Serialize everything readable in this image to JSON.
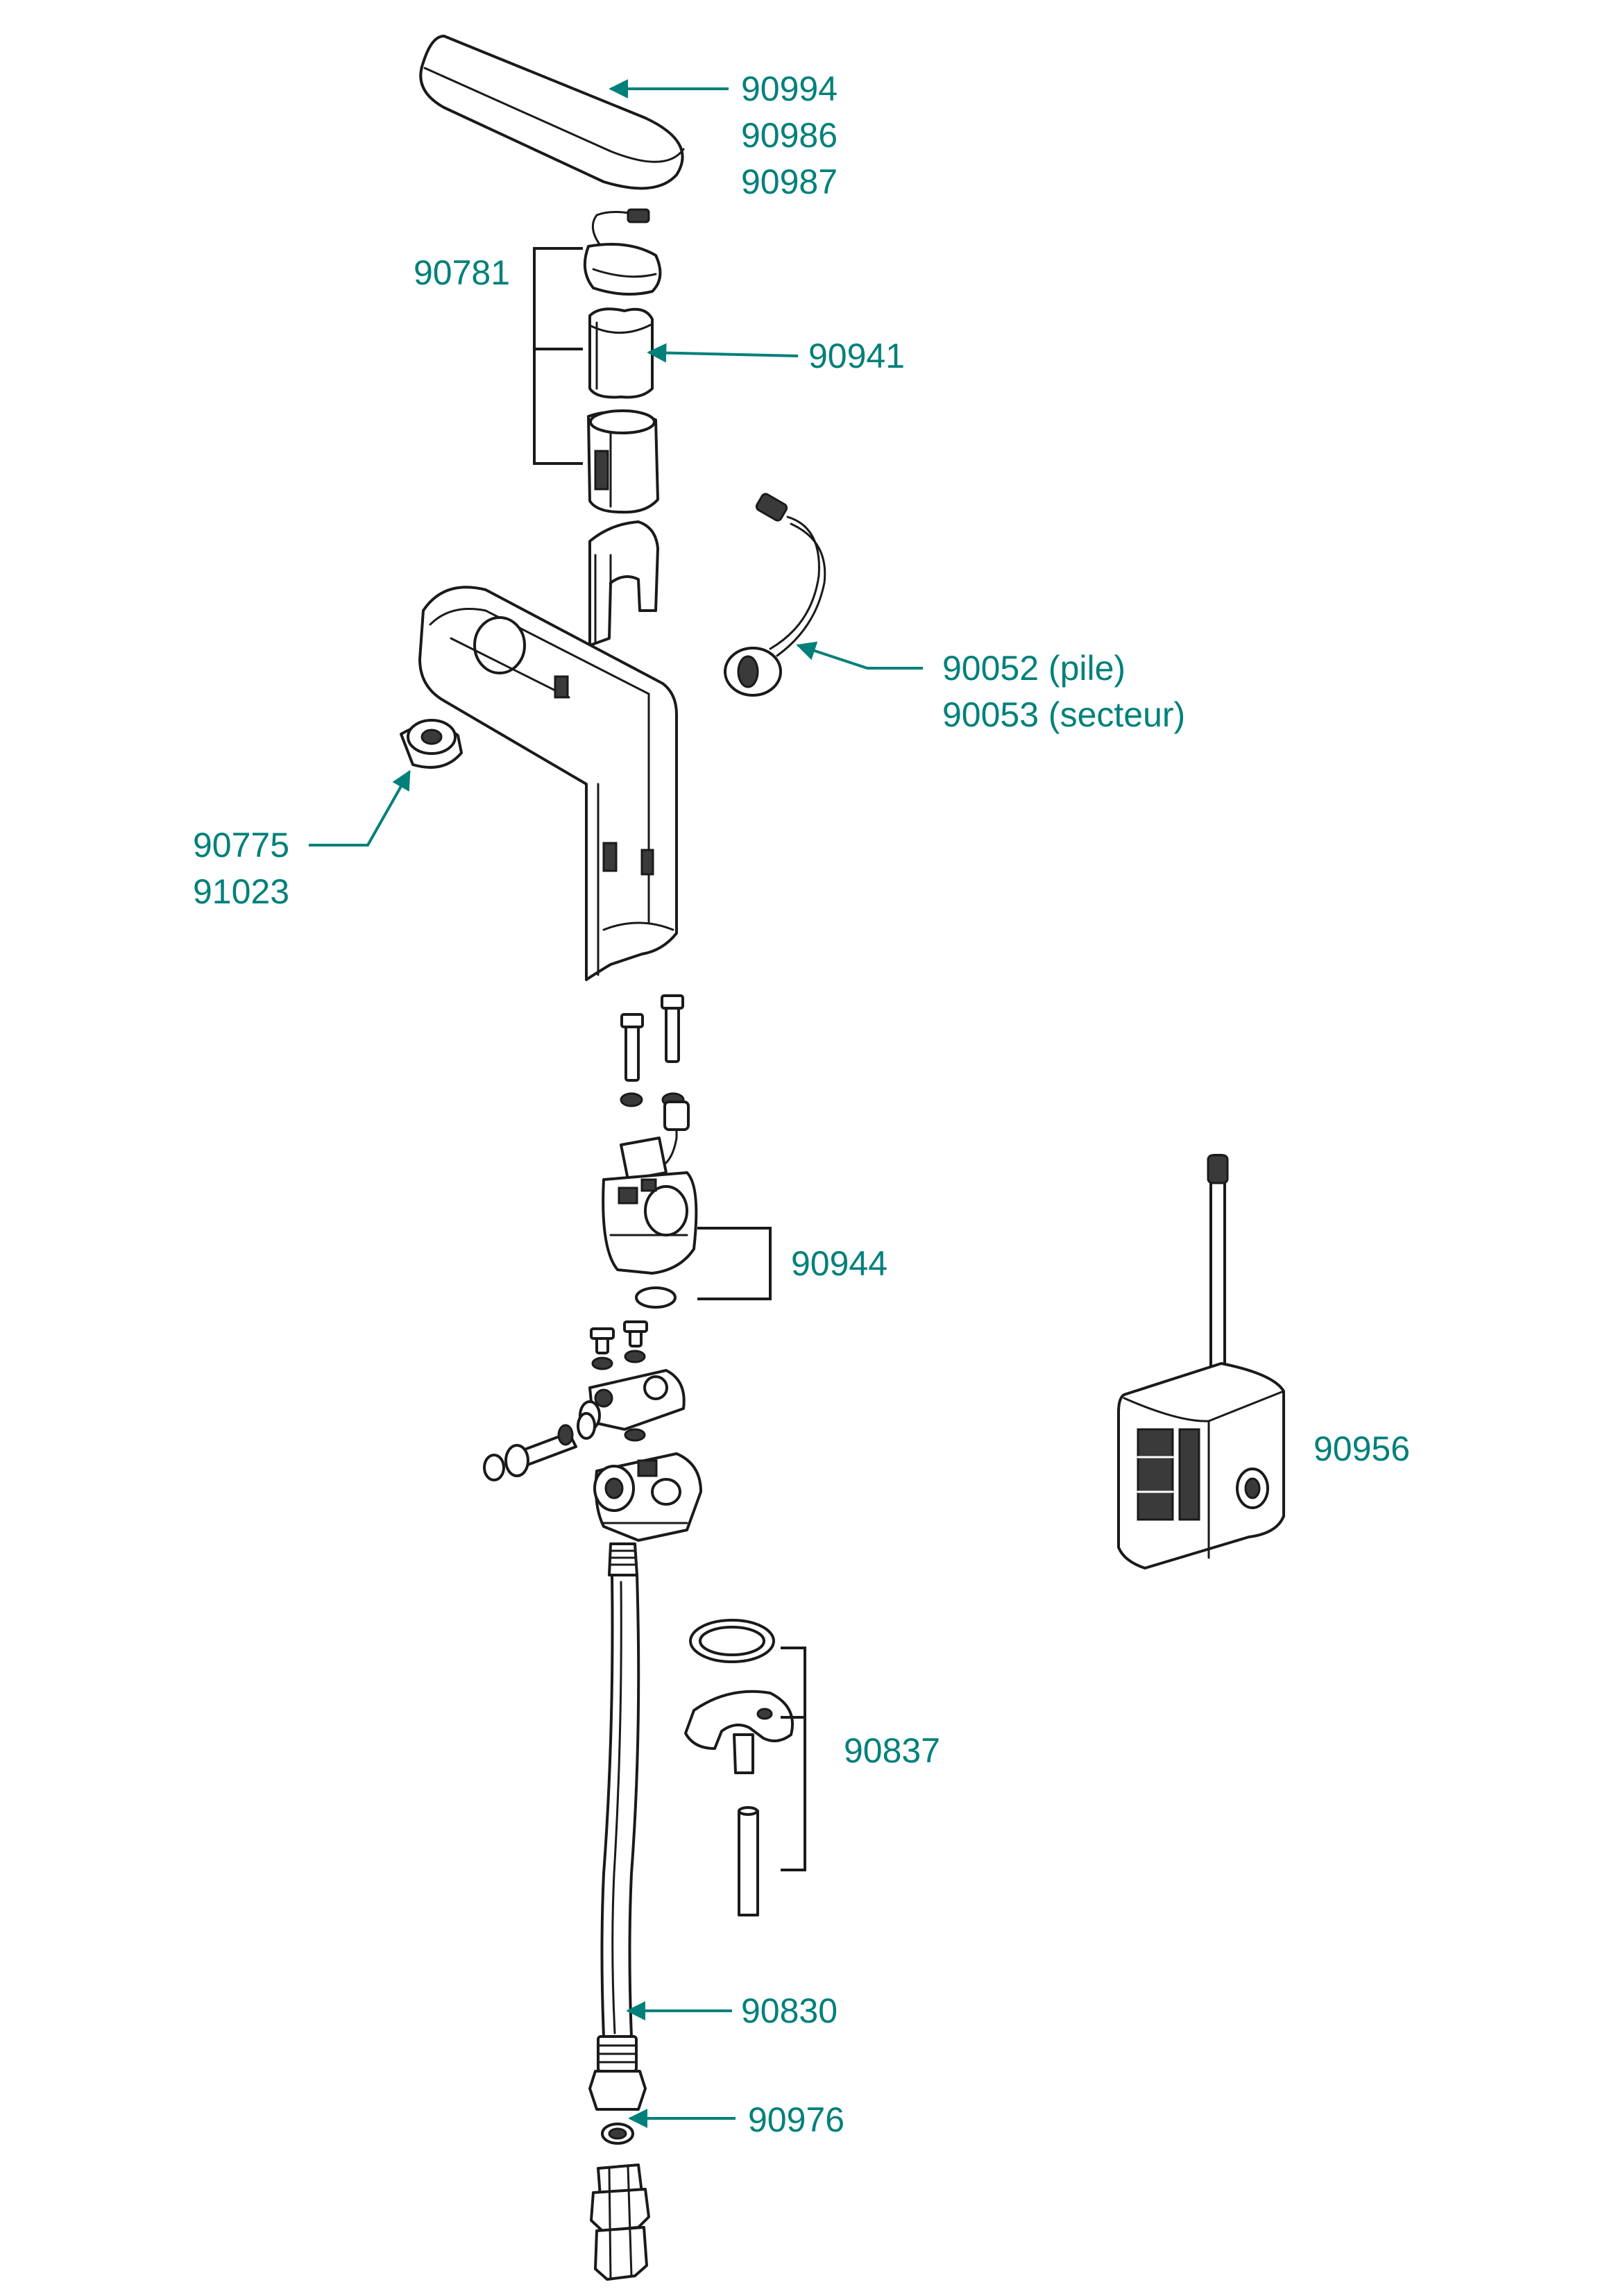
{
  "colors": {
    "label": "#00807a",
    "outline": "#1a1a1a",
    "background": "#ffffff"
  },
  "callouts": [
    {
      "id": "cover",
      "lines": [
        "90994",
        "90986",
        "90987"
      ],
      "pointer": "arrow"
    },
    {
      "id": "battery-kit",
      "lines": [
        "90781"
      ],
      "pointer": "bracket"
    },
    {
      "id": "battery",
      "lines": [
        "90941"
      ],
      "pointer": "arrow"
    },
    {
      "id": "sensor-cable",
      "lines": [
        "90052 (pile)",
        "90053 (secteur)"
      ],
      "pointer": "arrow"
    },
    {
      "id": "aerator",
      "lines": [
        "90775",
        "91023"
      ],
      "pointer": "arrow"
    },
    {
      "id": "solenoid-valve",
      "lines": [
        "90944"
      ],
      "pointer": "bracket"
    },
    {
      "id": "power-box",
      "lines": [
        "90956"
      ],
      "pointer": "none"
    },
    {
      "id": "fixing-kit",
      "lines": [
        "90837"
      ],
      "pointer": "bracket"
    },
    {
      "id": "flex-hose",
      "lines": [
        "90830"
      ],
      "pointer": "arrow"
    },
    {
      "id": "seal",
      "lines": [
        "90976"
      ],
      "pointer": "arrow"
    }
  ]
}
